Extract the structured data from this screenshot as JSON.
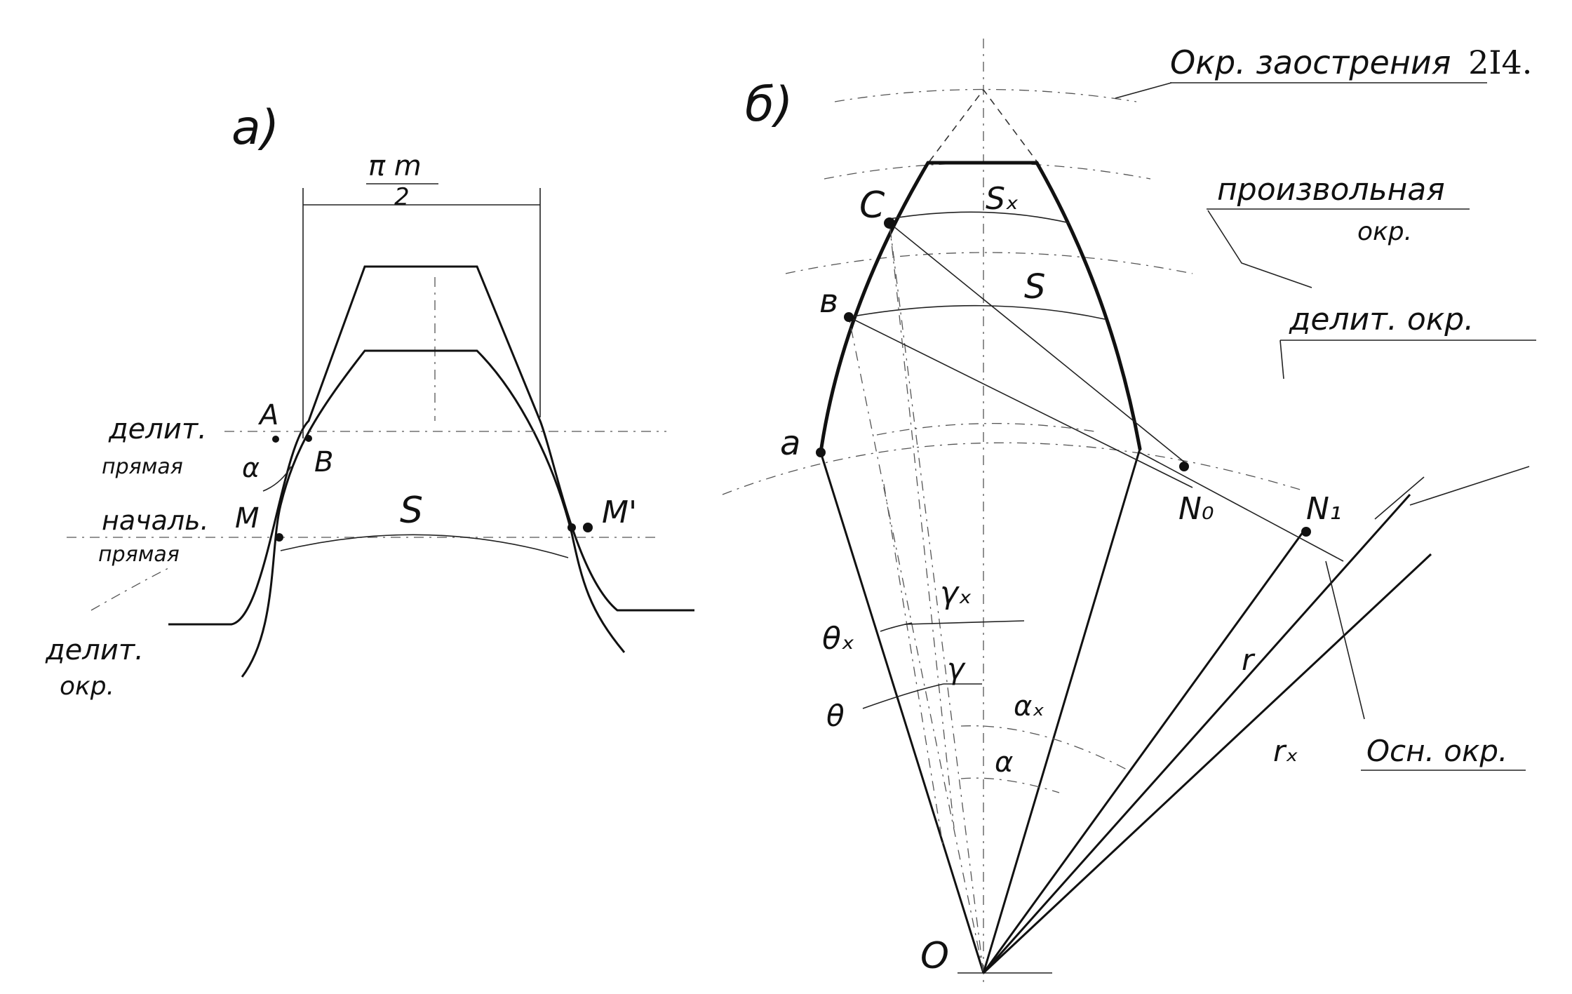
{
  "panel_a": {
    "label": "а)",
    "pitch_fraction_num": "π m",
    "pitch_fraction_den": "2",
    "divid_line_label": "делит.",
    "divid_line_label2": "прямая",
    "start_line_label": "началь.",
    "start_line_label2": "прямая",
    "divid_circle_label": "делит.",
    "divid_circle_label2": "окр.",
    "point_A": "A",
    "point_B": "B",
    "point_M": "M",
    "point_M1": "M'",
    "alpha": "α",
    "S": "S"
  },
  "panel_b": {
    "label": "б)",
    "sharpening_circle": "Окр. заострения",
    "fig_ref": "2I4.",
    "arbitrary_circle": "произвольная",
    "arbitrary_circle2": "окр.",
    "divid_circle": "делит. окр.",
    "base_circle": "Осн. окр.",
    "point_a": "a",
    "point_b": "в",
    "point_c": "C",
    "point_O": "O",
    "point_N0": "N₀",
    "point_N1": "N₁",
    "Sx": "Sₓ",
    "S": "S",
    "gamma_x": "γₓ",
    "gamma": "γ",
    "theta_x": "θₓ",
    "theta": "θ",
    "alpha_x": "αₓ",
    "alpha": "α",
    "r": "r",
    "r_x": "rₓ"
  }
}
